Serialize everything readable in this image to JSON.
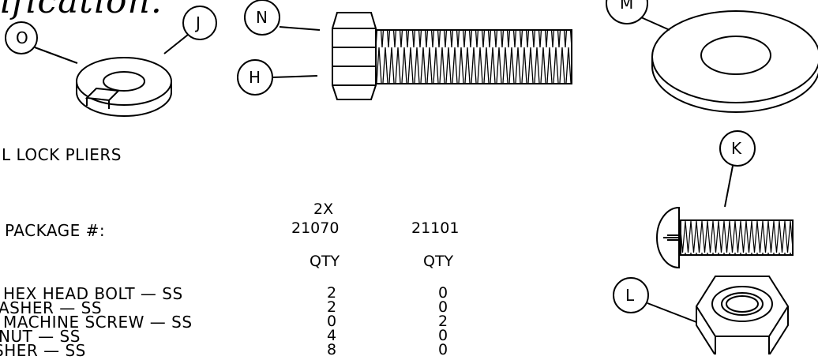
{
  "title": "ification.",
  "tool_line": "L LOCK PLIERS",
  "package_label": "PACKAGE #:",
  "columns": [
    {
      "top": "2X",
      "number": "21070",
      "qty_header": "QTY"
    },
    {
      "top": "",
      "number": "21101",
      "qty_header": "QTY"
    }
  ],
  "parts": [
    {
      "name": "HEX HEAD BOLT — SS",
      "qty": [
        "2",
        "0"
      ]
    },
    {
      "name": "ASHER — SS",
      "qty": [
        "2",
        "0"
      ]
    },
    {
      "name": "MACHINE SCREW — SS",
      "qty": [
        "0",
        "2"
      ]
    },
    {
      "name": "NUT — SS",
      "qty": [
        "4",
        "0"
      ]
    },
    {
      "name": "SHER — SS",
      "qty": [
        "8",
        "0"
      ]
    }
  ],
  "callouts": {
    "O": "O",
    "J": "J",
    "N": "N",
    "H": "H",
    "M": "M",
    "K": "K",
    "L": "L"
  }
}
